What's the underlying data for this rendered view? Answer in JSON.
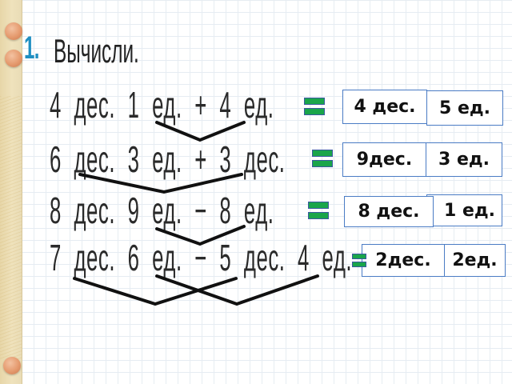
{
  "exercise": {
    "number": "1.",
    "title": "Вычисли."
  },
  "problems": [
    {
      "expression": "4 дес. 1 ед. + 4 ед.",
      "equals": "=",
      "answer": {
        "tens": "4 дес.",
        "units": "5 ед."
      }
    },
    {
      "expression": "6 дес. 3 ед. + 3 дес.",
      "equals": "=",
      "answer": {
        "tens": "9дес.",
        "units": "3 ед."
      }
    },
    {
      "expression": "8 дес. 9 ед. − 8 ед.",
      "equals": "=",
      "answer": {
        "tens": "8 дес.",
        "units": "1 ед."
      }
    },
    {
      "expression": "7 дес. 6 ед. − 5 дес. 4 ед.",
      "equals": "=",
      "answer": {
        "tens": "2дес.",
        "units": "2ед."
      }
    }
  ],
  "colors": {
    "number_accent": "#1f8fc2",
    "equals_fill": "#1aa54a",
    "box_border": "#4a7cc4",
    "ring": "#e59a6e",
    "binding": "#efe2bc"
  }
}
